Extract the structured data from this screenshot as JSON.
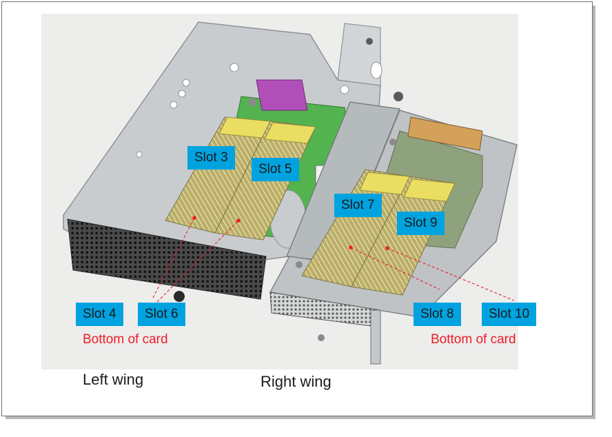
{
  "colors": {
    "label_bg": "#00a3e0",
    "label_text": "#1a1a1a",
    "note_text": "#ee1c25",
    "leader_line": "#ee1c25"
  },
  "slots": {
    "slot3": "Slot 3",
    "slot5": "Slot 5",
    "slot7": "Slot 7",
    "slot9": "Slot 9",
    "slot4": "Slot 4",
    "slot6": "Slot 6",
    "slot8": "Slot 8",
    "slot10": "Slot 10"
  },
  "notes": {
    "left": "Bottom of card",
    "right": "Bottom of card"
  },
  "wings": {
    "left": "Left wing",
    "right": "Right wing"
  }
}
